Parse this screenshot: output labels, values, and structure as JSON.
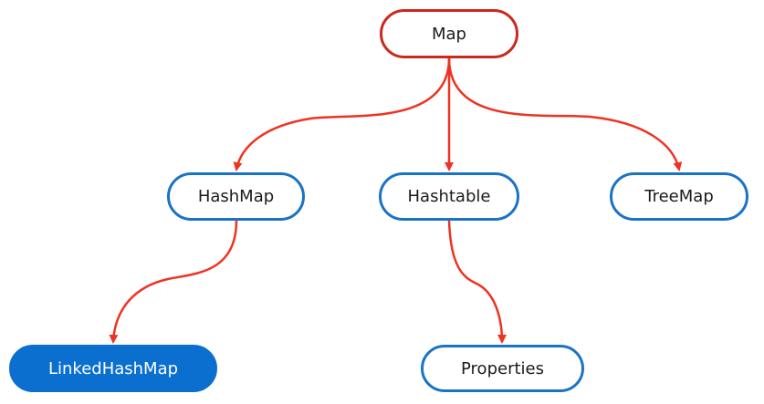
{
  "diagram": {
    "nodes": {
      "map": "Map",
      "hashmap": "HashMap",
      "hashtable": "Hashtable",
      "treemap": "TreeMap",
      "linkedhashmap": "LinkedHashMap",
      "properties": "Properties"
    },
    "edges": [
      {
        "from": "map",
        "to": "hashmap"
      },
      {
        "from": "map",
        "to": "hashtable"
      },
      {
        "from": "map",
        "to": "treemap"
      },
      {
        "from": "hashmap",
        "to": "linkedhashmap"
      },
      {
        "from": "hashtable",
        "to": "properties"
      }
    ],
    "colors": {
      "edge": "#ee3322",
      "root_border": "#c92a1e",
      "node_border": "#1a73c4",
      "highlight_fill": "#0b6fcf"
    }
  }
}
